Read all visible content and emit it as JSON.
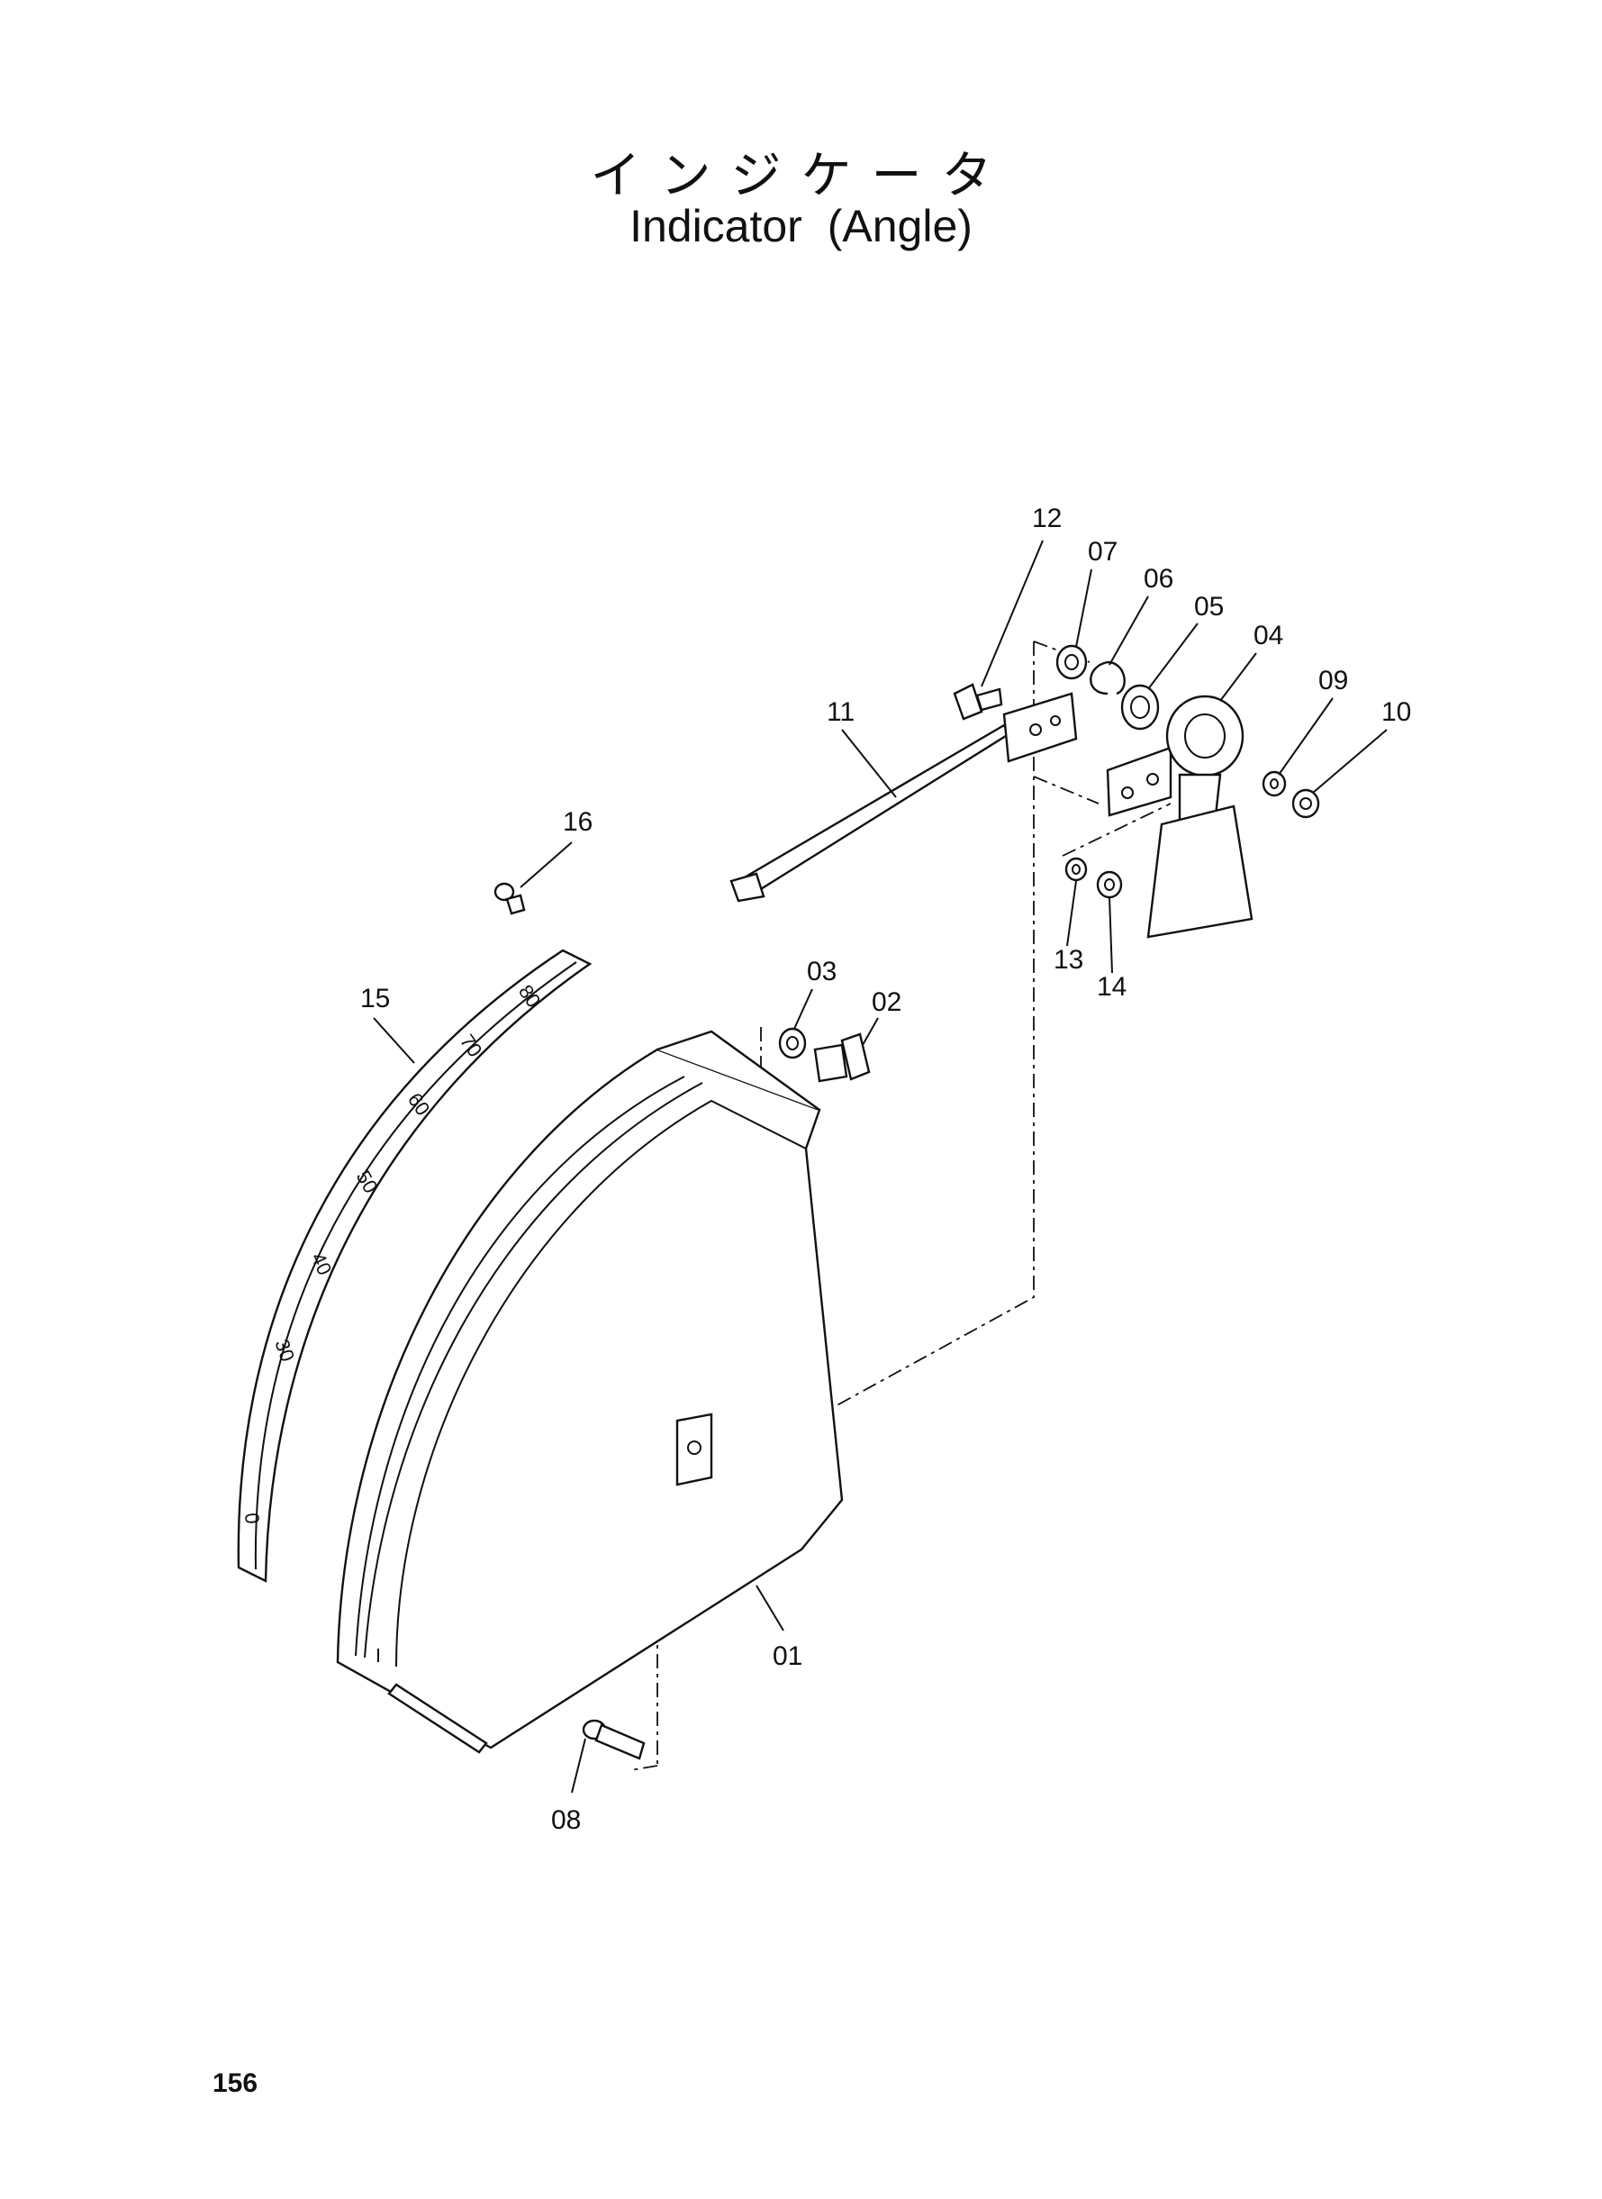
{
  "title": {
    "japanese": "インジケータ",
    "english": "Indicator (Angle)"
  },
  "callouts": [
    {
      "id": "12",
      "label": "12"
    },
    {
      "id": "07",
      "label": "07"
    },
    {
      "id": "06",
      "label": "06"
    },
    {
      "id": "05",
      "label": "05"
    },
    {
      "id": "04",
      "label": "04"
    },
    {
      "id": "09",
      "label": "09"
    },
    {
      "id": "10",
      "label": "10"
    },
    {
      "id": "11",
      "label": "11"
    },
    {
      "id": "16",
      "label": "16"
    },
    {
      "id": "13",
      "label": "13"
    },
    {
      "id": "14",
      "label": "14"
    },
    {
      "id": "03",
      "label": "03"
    },
    {
      "id": "02",
      "label": "02"
    },
    {
      "id": "15",
      "label": "15"
    },
    {
      "id": "01",
      "label": "01"
    },
    {
      "id": "08",
      "label": "08"
    }
  ],
  "scale_labels": [
    "80",
    "70",
    "60",
    "50",
    "40",
    "30",
    "0"
  ],
  "page_number": "156"
}
